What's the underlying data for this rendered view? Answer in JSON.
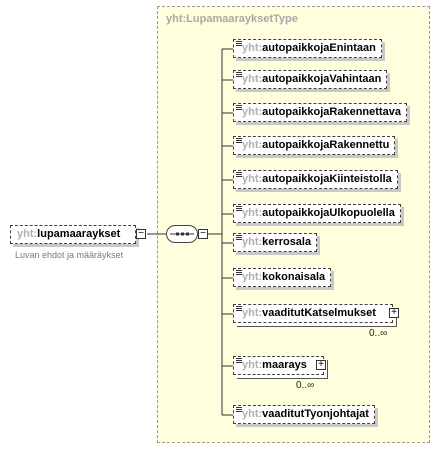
{
  "diagram": {
    "type_title": "yht:LupamaarayksetType",
    "root": {
      "prefix": "yht:",
      "name": "lupamaaraykset",
      "doc": "Luvan ehdot ja määräykset"
    },
    "children": [
      {
        "prefix": "yht:",
        "name": "autopaikkojaEnintaan",
        "cardinality": ""
      },
      {
        "prefix": "yht:",
        "name": "autopaikkojaVahintaan",
        "cardinality": ""
      },
      {
        "prefix": "yht:",
        "name": "autopaikkojaRakennettava",
        "cardinality": ""
      },
      {
        "prefix": "yht:",
        "name": "autopaikkojaRakennettu",
        "cardinality": ""
      },
      {
        "prefix": "yht:",
        "name": "autopaikkojaKiinteistolla",
        "cardinality": ""
      },
      {
        "prefix": "yht:",
        "name": "autopaikkojaUlkopuolella",
        "cardinality": ""
      },
      {
        "prefix": "yht:",
        "name": "kerrosala",
        "cardinality": ""
      },
      {
        "prefix": "yht:",
        "name": "kokonaisala",
        "cardinality": ""
      },
      {
        "prefix": "yht:",
        "name": "vaaditutKatselmukset",
        "cardinality": "0..∞"
      },
      {
        "prefix": "yht:",
        "name": "maarays",
        "cardinality": "0..∞"
      },
      {
        "prefix": "yht:",
        "name": "vaaditutTyonjohtajat",
        "cardinality": ""
      }
    ]
  }
}
